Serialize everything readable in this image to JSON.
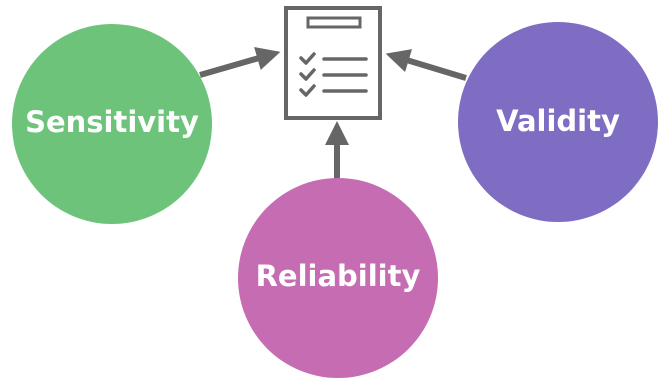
{
  "diagram": {
    "center": {
      "icon": "checklist-icon"
    },
    "nodes": [
      {
        "id": "sensitivity",
        "label": "Sensitivity",
        "color": "#6dc37a"
      },
      {
        "id": "reliability",
        "label": "Reliability",
        "color": "#c56cb2"
      },
      {
        "id": "validity",
        "label": "Validity",
        "color": "#7f6dc3"
      }
    ],
    "arrow_color": "#666666"
  }
}
